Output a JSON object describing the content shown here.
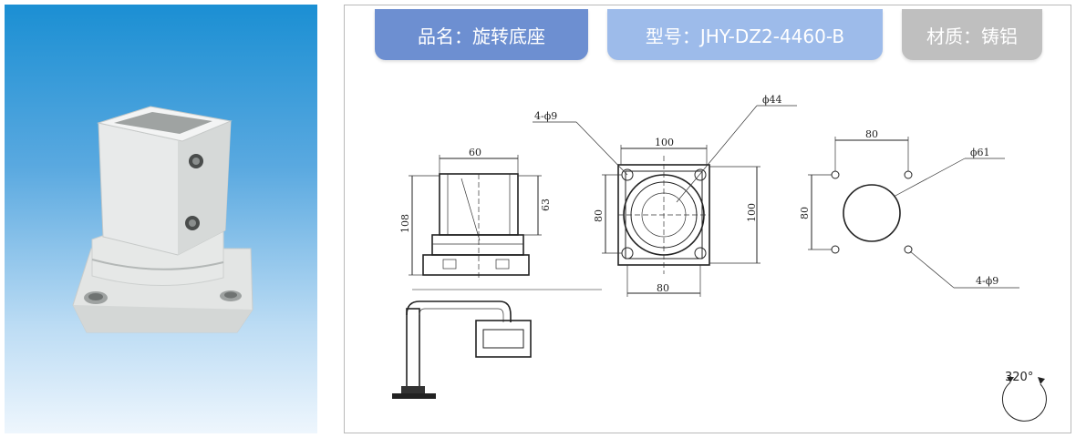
{
  "colors": {
    "name_pill": "#6d8fd1",
    "model_pill": "#9dbbea",
    "material_pill": "#bfbfbf",
    "photo_gradient_top": "#1b8fd3",
    "photo_gradient_bottom": "#eef6fd"
  },
  "product": {
    "name_label": "品名：旋转底座",
    "model_label": "型号：JHY-DZ2-4460-B",
    "material_label": "材质：铸铝"
  },
  "drawing": {
    "side_view": {
      "width": "60",
      "height_total": "108",
      "height_upper": "63"
    },
    "top_view": {
      "holes": "4-ϕ9",
      "diameter": "ϕ44",
      "width_top": "100",
      "width_bottom": "80",
      "height_left": "80",
      "height_right": "100"
    },
    "hole_pattern": {
      "width": "80",
      "height": "80",
      "diameter": "ϕ61",
      "holes": "4-ϕ9"
    },
    "rotation": "320°"
  }
}
